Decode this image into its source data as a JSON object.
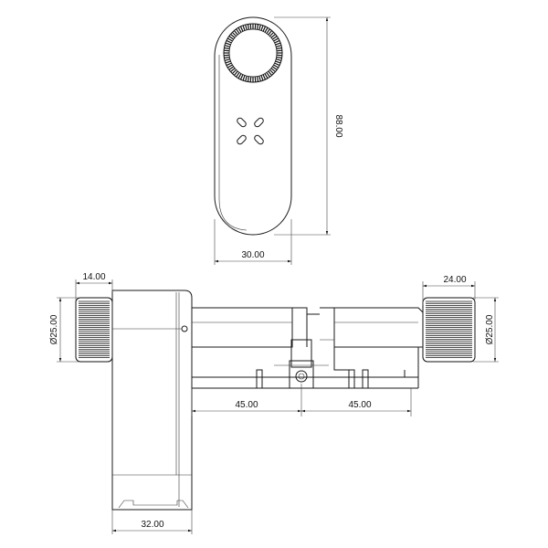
{
  "dimensions": {
    "top_height": "88.00",
    "top_width": "30.00",
    "left_knob_length": "14.00",
    "left_knob_diameter": "Ø25.00",
    "right_knob_length": "24.00",
    "right_knob_diameter": "Ø25.00",
    "body_left_half": "45.00",
    "body_right_half": "45.00",
    "case_width": "32.00"
  },
  "colors": {
    "line": "#1a1a1a",
    "background": "#ffffff"
  }
}
